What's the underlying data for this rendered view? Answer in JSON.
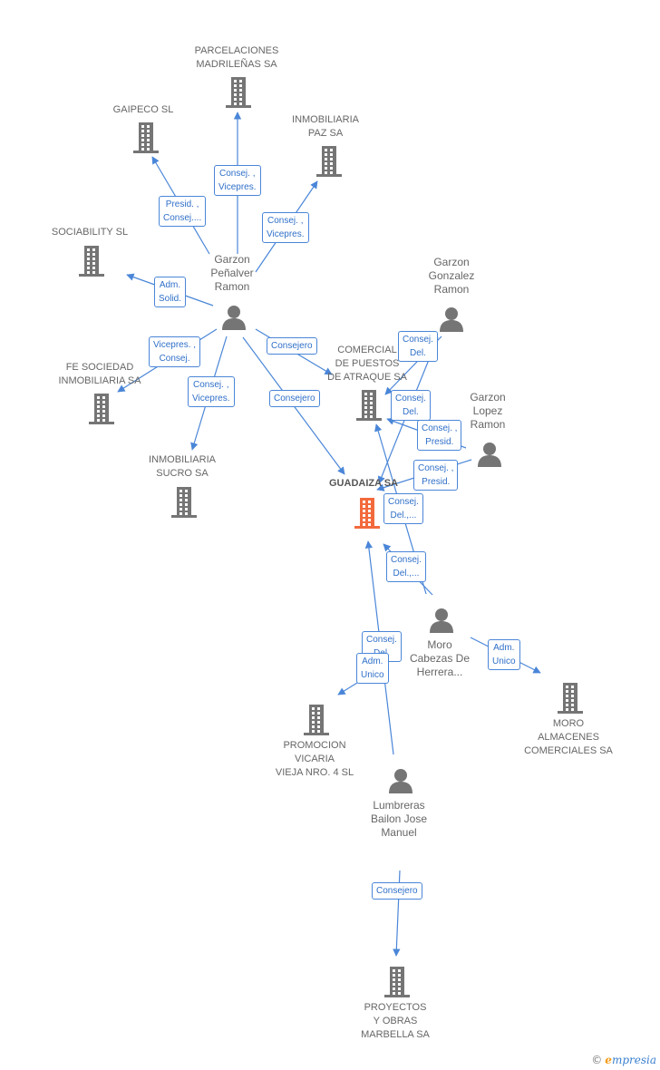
{
  "colors": {
    "accent": "#4a86d8",
    "icon": "#757575",
    "focus_icon": "#f26a3c",
    "text": "#666666"
  },
  "nodes": [
    {
      "id": "parcelaciones",
      "type": "company",
      "label": "PARCELACIONES\nMADRILEÑAS SA",
      "icon": "building-icon"
    },
    {
      "id": "gaipeco",
      "type": "company",
      "label": "GAIPECO SL",
      "icon": "building-icon"
    },
    {
      "id": "inmobiliaria_paz",
      "type": "company",
      "label": "INMOBILIARIA\nPAZ SA",
      "icon": "building-icon"
    },
    {
      "id": "sociability",
      "type": "company",
      "label": "SOCIABILITY SL",
      "icon": "building-icon"
    },
    {
      "id": "garzon_penalver",
      "type": "person",
      "label": "Garzon\nPeñalver\nRamon",
      "icon": "person-icon"
    },
    {
      "id": "garzon_gonzalez",
      "type": "person",
      "label": "Garzon\nGonzalez\nRamon",
      "icon": "person-icon"
    },
    {
      "id": "fe_sociedad",
      "type": "company",
      "label": "FE SOCIEDAD\nINMOBILIARIA SA",
      "icon": "building-icon"
    },
    {
      "id": "comercial_puestos",
      "type": "company",
      "label": "COMERCIAL\nDE PUESTOS\nDE ATRAQUE SA",
      "icon": "building-icon"
    },
    {
      "id": "garzon_lopez",
      "type": "person",
      "label": "Garzon\nLopez\nRamon",
      "icon": "person-icon"
    },
    {
      "id": "inmobiliaria_sucro",
      "type": "company",
      "label": "INMOBILIARIA\nSUCRO SA",
      "icon": "building-icon"
    },
    {
      "id": "guadaiza",
      "type": "focus",
      "label": "GUADAIZA SA",
      "icon": "building-icon"
    },
    {
      "id": "moro_cabezas",
      "type": "person",
      "label": "Moro\nCabezas De\nHerrera...",
      "icon": "person-icon"
    },
    {
      "id": "moro_almacenes",
      "type": "company",
      "label": "MORO\nALMACENES\nCOMERCIALES SA",
      "icon": "building-icon"
    },
    {
      "id": "promocion_vicaria",
      "type": "company",
      "label": "PROMOCION\nVICARIA\nVIEJA NRO.  4 SL",
      "icon": "building-icon"
    },
    {
      "id": "lumbreras",
      "type": "person",
      "label": "Lumbreras\nBailon Jose\nManuel",
      "icon": "person-icon"
    },
    {
      "id": "proyectos_obras",
      "type": "company",
      "label": "PROYECTOS\nY OBRAS\nMARBELLA SA",
      "icon": "building-icon"
    }
  ],
  "edges": [
    {
      "from": "garzon_penalver",
      "to": "parcelaciones",
      "label": "Consej. ,\nVicepres."
    },
    {
      "from": "garzon_penalver",
      "to": "gaipeco",
      "label": "Presid. ,\nConsej...."
    },
    {
      "from": "garzon_penalver",
      "to": "inmobiliaria_paz",
      "label": "Consej. ,\nVicepres."
    },
    {
      "from": "garzon_penalver",
      "to": "sociability",
      "label": "Adm.\nSolid."
    },
    {
      "from": "garzon_penalver",
      "to": "fe_sociedad",
      "label": "Vicepres. ,\nConsej."
    },
    {
      "from": "garzon_penalver",
      "to": "inmobiliaria_sucro",
      "label": "Consej. ,\nVicepres."
    },
    {
      "from": "garzon_penalver",
      "to": "comercial_puestos",
      "label": "Consejero"
    },
    {
      "from": "garzon_penalver",
      "to": "guadaiza",
      "label": "Consejero"
    },
    {
      "from": "garzon_gonzalez",
      "to": "comercial_puestos",
      "label": "Consej.\nDel."
    },
    {
      "from": "garzon_gonzalez",
      "to": "guadaiza",
      "label": "Consej.\nDel."
    },
    {
      "from": "garzon_lopez",
      "to": "comercial_puestos",
      "label": "Consej. ,\nPresid."
    },
    {
      "from": "garzon_lopez",
      "to": "guadaiza",
      "label": "Consej. ,\nPresid."
    },
    {
      "from": "moro_cabezas",
      "to": "comercial_puestos",
      "label": "Consej.\nDel.,..."
    },
    {
      "from": "moro_cabezas",
      "to": "guadaiza",
      "label": "Consej.\nDel.,..."
    },
    {
      "from": "moro_cabezas",
      "to": "moro_almacenes",
      "label": "Adm.\nUnico"
    },
    {
      "from": "lumbreras",
      "to": "guadaiza",
      "label": "Consej.\nDel."
    },
    {
      "from": "lumbreras",
      "to": "promocion_vicaria",
      "label": "Adm.\nUnico"
    },
    {
      "from": "lumbreras",
      "to": "proyectos_obras",
      "label": "Consejero"
    }
  ],
  "brand": {
    "copyright": "©",
    "initial": "e",
    "name": "mpresia"
  }
}
